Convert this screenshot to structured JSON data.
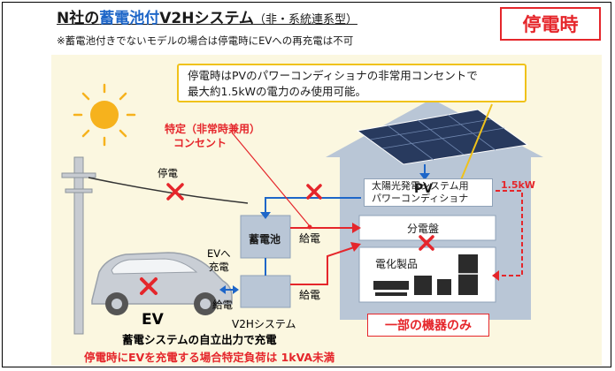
{
  "title": {
    "brand": "N社の",
    "highlight": "蓄電池付",
    "main": "V2Hシステム",
    "sub": "（非・系統連系型）"
  },
  "note": "※蓄電池付きでないモデルの場合は停電時にEVへの再充電は不可",
  "outage_badge": "停電時",
  "callout": {
    "line1": "停電時はPVのパワーコンディショナの非常用コンセントで",
    "line2": "最大約1.5kWの電力のみ使用可能。"
  },
  "special_outlet": {
    "line1": "特定（非常時兼用）",
    "line2": "コンセント"
  },
  "grid_label": "停電",
  "pv_box": {
    "line1": "太陽光発電システム用",
    "line2": "パワーコンディショナ",
    "pv": "PV"
  },
  "power_rating": "1.5kW",
  "battery_label": "蓄電池",
  "v2h_label": "V2Hシステム",
  "supply_label": "給電",
  "ev_charge": {
    "line1": "EVへ",
    "line2": "充電"
  },
  "distribution_label": "分電盤",
  "appliances_label": "電化製品",
  "ev_label": "EV",
  "partial_label": "一部の機器のみ",
  "caption1": "蓄電システムの自立出力で充電",
  "caption2": "停電時にEVを充電する場合特定負荷は 1kVA未満",
  "colors": {
    "red": "#e5262b",
    "blue": "#1e66c8",
    "house": "#b9c6d6",
    "callout_border": "#f0c21a"
  }
}
